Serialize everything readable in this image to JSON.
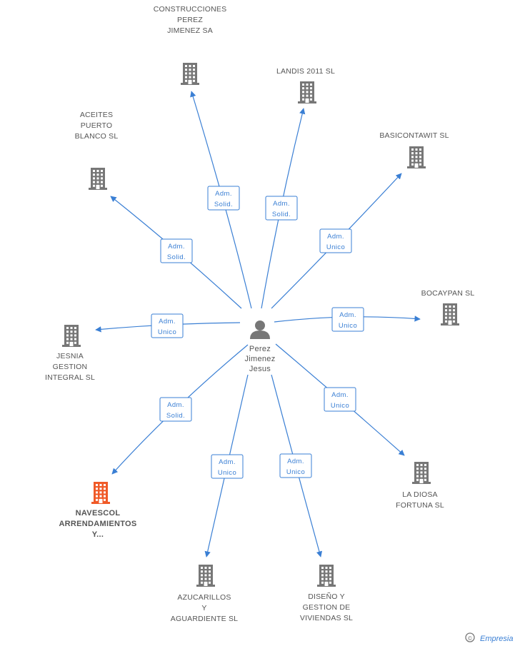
{
  "center": {
    "name_lines": [
      "Perez",
      "Jimenez",
      "Jesus"
    ]
  },
  "companies": [
    {
      "id": "construcciones",
      "name_lines": [
        "CONSTRUCCIONES",
        "PEREZ",
        "JIMENEZ SA"
      ],
      "role_lines": [
        "Adm.",
        "Solid."
      ],
      "highlight": false
    },
    {
      "id": "landis",
      "name_lines": [
        "LANDIS 2011 SL"
      ],
      "role_lines": [
        "Adm.",
        "Solid."
      ],
      "highlight": false
    },
    {
      "id": "basicontawit",
      "name_lines": [
        "BASICONTAWIT SL"
      ],
      "role_lines": [
        "Adm.",
        "Unico"
      ],
      "highlight": false
    },
    {
      "id": "aceites",
      "name_lines": [
        "ACEITES",
        "PUERTO",
        "BLANCO SL"
      ],
      "role_lines": [
        "Adm.",
        "Solid."
      ],
      "highlight": false
    },
    {
      "id": "bocaypan",
      "name_lines": [
        "BOCAYPAN SL"
      ],
      "role_lines": [
        "Adm.",
        "Unico"
      ],
      "highlight": false
    },
    {
      "id": "jesnia",
      "name_lines": [
        "JESNIA",
        "GESTION",
        "INTEGRAL SL"
      ],
      "role_lines": [
        "Adm.",
        "Unico"
      ],
      "highlight": false
    },
    {
      "id": "ladiosa",
      "name_lines": [
        "LA DIOSA",
        "FORTUNA SL"
      ],
      "role_lines": [
        "Adm.",
        "Unico"
      ],
      "highlight": false
    },
    {
      "id": "navescol",
      "name_lines": [
        "NAVESCOL",
        "ARRENDAMIENTOS",
        "Y..."
      ],
      "role_lines": [
        "Adm.",
        "Solid."
      ],
      "highlight": true
    },
    {
      "id": "azucarillos",
      "name_lines": [
        "AZUCARILLOS",
        "Y",
        "AGUARDIENTE SL"
      ],
      "role_lines": [
        "Adm.",
        "Unico"
      ],
      "highlight": false
    },
    {
      "id": "diseno",
      "name_lines": [
        "DISEÑO Y",
        "GESTION DE",
        "VIVIENDAS SL"
      ],
      "role_lines": [
        "Adm.",
        "Unico"
      ],
      "highlight": false
    }
  ],
  "colors": {
    "edge": "#3a7fd4",
    "building": "#777777",
    "building_highlight": "#f05a28",
    "person": "#777777",
    "text": "#555555"
  },
  "footer": {
    "copyright_symbol": "©",
    "brand": "Empresia"
  }
}
